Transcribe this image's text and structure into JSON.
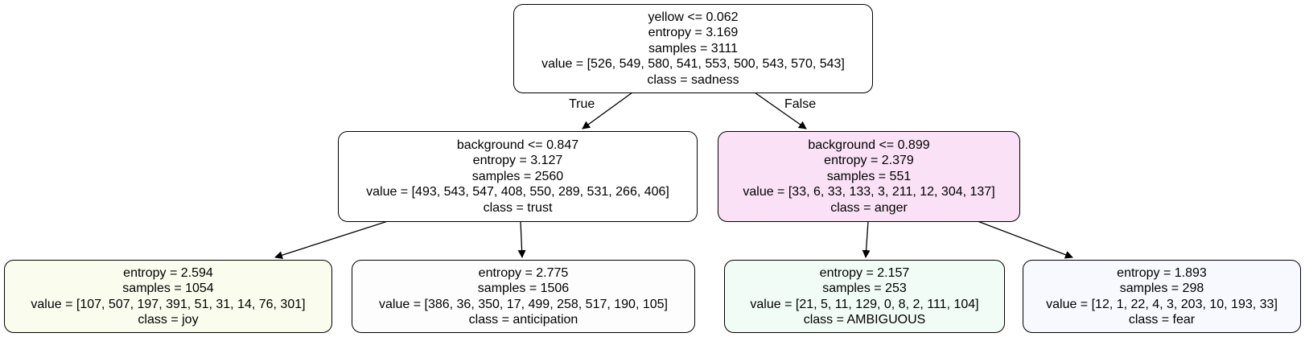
{
  "root": {
    "split": "yellow <= 0.062",
    "entropy": "entropy = 3.169",
    "samples": "samples = 3111",
    "value": "value = [526, 549, 580, 541, 553, 500, 543, 570, 543]",
    "class": "class = sadness",
    "fill": "#ffffff"
  },
  "edge_labels": {
    "true": "True",
    "false": "False"
  },
  "left": {
    "split": "background <= 0.847",
    "entropy": "entropy = 3.127",
    "samples": "samples = 2560",
    "value": "value = [493, 543, 547, 408, 550, 289, 531, 266, 406]",
    "class": "class = trust",
    "fill": "#ffffff"
  },
  "right": {
    "split": "background <= 0.899",
    "entropy": "entropy = 2.379",
    "samples": "samples = 551",
    "value": "value = [33, 6, 33, 133, 3, 211, 12, 304, 137]",
    "class": "class = anger",
    "fill": "#fae1f6"
  },
  "leaf1": {
    "entropy": "entropy = 2.594",
    "samples": "samples = 1054",
    "value": "value = [107, 507, 197, 391, 51, 31, 14, 76, 301]",
    "class": "class = joy",
    "fill": "#fafcee"
  },
  "leaf2": {
    "entropy": "entropy = 2.775",
    "samples": "samples = 1506",
    "value": "value = [386, 36, 350, 17, 499, 258, 517, 190, 105]",
    "class": "class = anticipation",
    "fill": "#fdfdfd"
  },
  "leaf3": {
    "entropy": "entropy = 2.157",
    "samples": "samples = 253",
    "value": "value = [21, 5, 11, 129, 0, 8, 2, 111, 104]",
    "class": "class = AMBIGUOUS",
    "fill": "#f1fcf6"
  },
  "leaf4": {
    "entropy": "entropy = 1.893",
    "samples": "samples = 298",
    "value": "value = [12, 1, 22, 4, 3, 203, 10, 193, 33]",
    "class": "class = fear",
    "fill": "#f7f9fe"
  }
}
